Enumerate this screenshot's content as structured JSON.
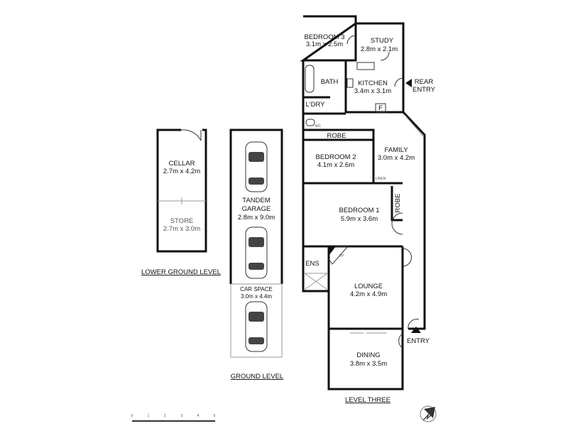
{
  "levels": {
    "lower_ground": {
      "title": "LOWER GROUND LEVEL",
      "rooms": [
        {
          "name": "CELLAR",
          "size": "2.7m x 4.2m"
        },
        {
          "name": "STORE",
          "size": "2.7m x 3.0m"
        }
      ]
    },
    "ground": {
      "title": "GROUND LEVEL",
      "rooms": [
        {
          "name_line1": "TANDEM",
          "name_line2": "GARAGE",
          "size": "2.8m x 9.0m"
        },
        {
          "name": "CAR SPACE",
          "size": "3.0m x 4.4m"
        }
      ]
    },
    "level_three": {
      "title": "LEVEL THREE",
      "rooms": {
        "bedroom3": {
          "name": "BEDROOM 3",
          "size": "3.1m x 2.5m"
        },
        "study": {
          "name": "STUDY",
          "size": "2.8m x 2.1m"
        },
        "bath": {
          "name": "BATH"
        },
        "kitchen": {
          "name": "KITCHEN",
          "size": "3.4m x 3.1m"
        },
        "laundry": {
          "name": "L'DRY"
        },
        "wc": {
          "name": "WC"
        },
        "robe2": {
          "name": "ROBE"
        },
        "bedroom2": {
          "name": "BEDROOM 2",
          "size": "4.1m x 2.6m"
        },
        "family": {
          "name": "FAMILY",
          "size": "3.0m x 4.2m"
        },
        "linen": {
          "name": "LINEN"
        },
        "bedroom1": {
          "name": "BEDROOM 1",
          "size": "5.9m x 3.6m"
        },
        "robe1": {
          "name": "ROBE"
        },
        "ens": {
          "name": "ENS"
        },
        "fp": {
          "name": "FP"
        },
        "lounge": {
          "name": "LOUNGE",
          "size": "4.2m x 4.9m"
        },
        "dining": {
          "name": "DINING",
          "size": "3.8m x 3.5m"
        }
      },
      "rear_entry_line1": "REAR",
      "rear_entry_line2": "ENTRY",
      "entry": "ENTRY",
      "fridge": "F"
    }
  },
  "scale_bar": {
    "ticks": [
      "0",
      "1",
      "2",
      "3",
      "4",
      "5"
    ]
  },
  "north_arrow": {
    "icon": "north-arrow-icon"
  }
}
